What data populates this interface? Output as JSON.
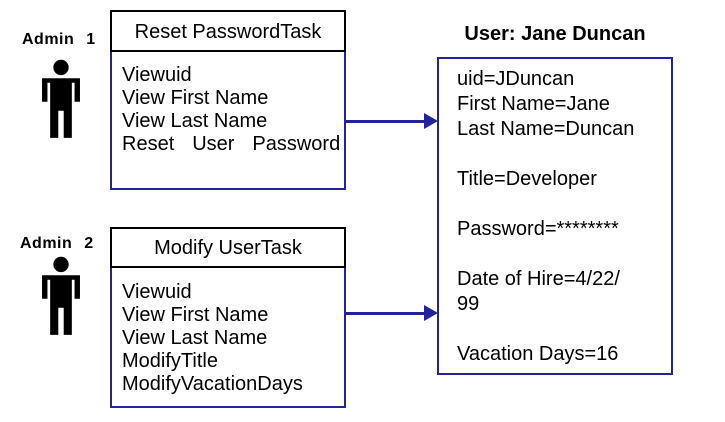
{
  "colors": {
    "navy": "#23239B",
    "ink": "#000000"
  },
  "actors": [
    {
      "label": "Admin 1"
    },
    {
      "label": "Admin 2"
    }
  ],
  "tasks": [
    {
      "title": "Reset PasswordTask",
      "permissions": [
        "Viewuid",
        "View First Name",
        "View Last Name",
        "Reset User Password"
      ]
    },
    {
      "title": "Modify UserTask",
      "permissions": [
        "Viewuid",
        "View First Name",
        "View Last Name",
        "ModifyTitle",
        "ModifyVacationDays"
      ]
    }
  ],
  "user": {
    "title": "User: Jane Duncan",
    "lines": [
      "uid=JDuncan",
      "First Name=Jane",
      "Last Name=Duncan",
      "",
      "Title=Developer",
      "",
      "Password=********",
      "",
      "Date of Hire=4/22/",
      "99",
      "",
      "Vacation Days=16"
    ]
  }
}
